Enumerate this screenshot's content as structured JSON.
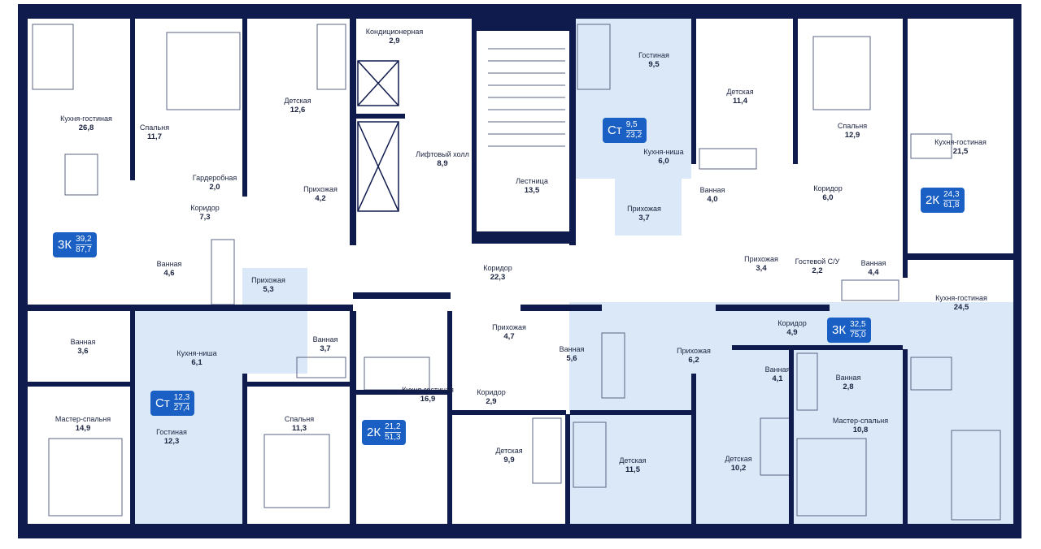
{
  "colors": {
    "wall": "#0f1a4d",
    "accent": "#1a5fc4",
    "apartment_fill": "#dbe8f8",
    "text": "#1b2340"
  },
  "badges": [
    {
      "type": "3К",
      "living": "39,2",
      "total": "87,7"
    },
    {
      "type": "Ст",
      "living": "9,5",
      "total": "23,2"
    },
    {
      "type": "2К",
      "living": "24,3",
      "total": "61,8"
    },
    {
      "type": "3К",
      "living": "32,5",
      "total": "75,0"
    },
    {
      "type": "Ст",
      "living": "12,3",
      "total": "27,4"
    },
    {
      "type": "2К",
      "living": "21,2",
      "total": "51,3"
    }
  ],
  "rooms": [
    {
      "name": "Кухня-гостиная",
      "area": "26,8"
    },
    {
      "name": "Спальня",
      "area": "11,7"
    },
    {
      "name": "Детская",
      "area": "12,6"
    },
    {
      "name": "Гардеробная",
      "area": "2,0"
    },
    {
      "name": "Прихожая",
      "area": "4,2"
    },
    {
      "name": "Коридор",
      "area": "7,3"
    },
    {
      "name": "Кондиционерная",
      "area": "2,9"
    },
    {
      "name": "Лифтовый холл",
      "area": "8,9"
    },
    {
      "name": "Лестница",
      "area": "13,5"
    },
    {
      "name": "Гостиная",
      "area": "9,5"
    },
    {
      "name": "Кухня-ниша",
      "area": "6,0"
    },
    {
      "name": "Прихожая",
      "area": "3,7"
    },
    {
      "name": "Ванная",
      "area": "4,0"
    },
    {
      "name": "Детская",
      "area": "11,4"
    },
    {
      "name": "Спальня",
      "area": "12,9"
    },
    {
      "name": "Кухня-гостиная",
      "area": "21,5"
    },
    {
      "name": "Коридор",
      "area": "6,0"
    },
    {
      "name": "Ванная",
      "area": "4,6"
    },
    {
      "name": "Прихожая",
      "area": "5,3"
    },
    {
      "name": "Коридор",
      "area": "22,3"
    },
    {
      "name": "Прихожая",
      "area": "3,4"
    },
    {
      "name": "Гостевой С/У",
      "area": "2,2"
    },
    {
      "name": "Ванная",
      "area": "4,4"
    },
    {
      "name": "Кухня-гостиная",
      "area": "24,5"
    },
    {
      "name": "Ванная",
      "area": "3,6"
    },
    {
      "name": "Кухня-ниша",
      "area": "6,1"
    },
    {
      "name": "Ванная",
      "area": "3,7"
    },
    {
      "name": "Прихожая",
      "area": "4,7"
    },
    {
      "name": "Ванная",
      "area": "5,6"
    },
    {
      "name": "Коридор",
      "area": "4,9"
    },
    {
      "name": "Прихожая",
      "area": "6,2"
    },
    {
      "name": "Ванная",
      "area": "4,1"
    },
    {
      "name": "Ванная",
      "area": "2,8"
    },
    {
      "name": "Кухня-гостиная",
      "area": "16,9"
    },
    {
      "name": "Коридор",
      "area": "2,9"
    },
    {
      "name": "Мастер-спальня",
      "area": "14,9"
    },
    {
      "name": "Спальня",
      "area": "11,3"
    },
    {
      "name": "Гостиная",
      "area": "12,3"
    },
    {
      "name": "Детская",
      "area": "9,9"
    },
    {
      "name": "Детская",
      "area": "11,5"
    },
    {
      "name": "Детская",
      "area": "10,2"
    },
    {
      "name": "Мастер-спальня",
      "area": "10,8"
    }
  ]
}
